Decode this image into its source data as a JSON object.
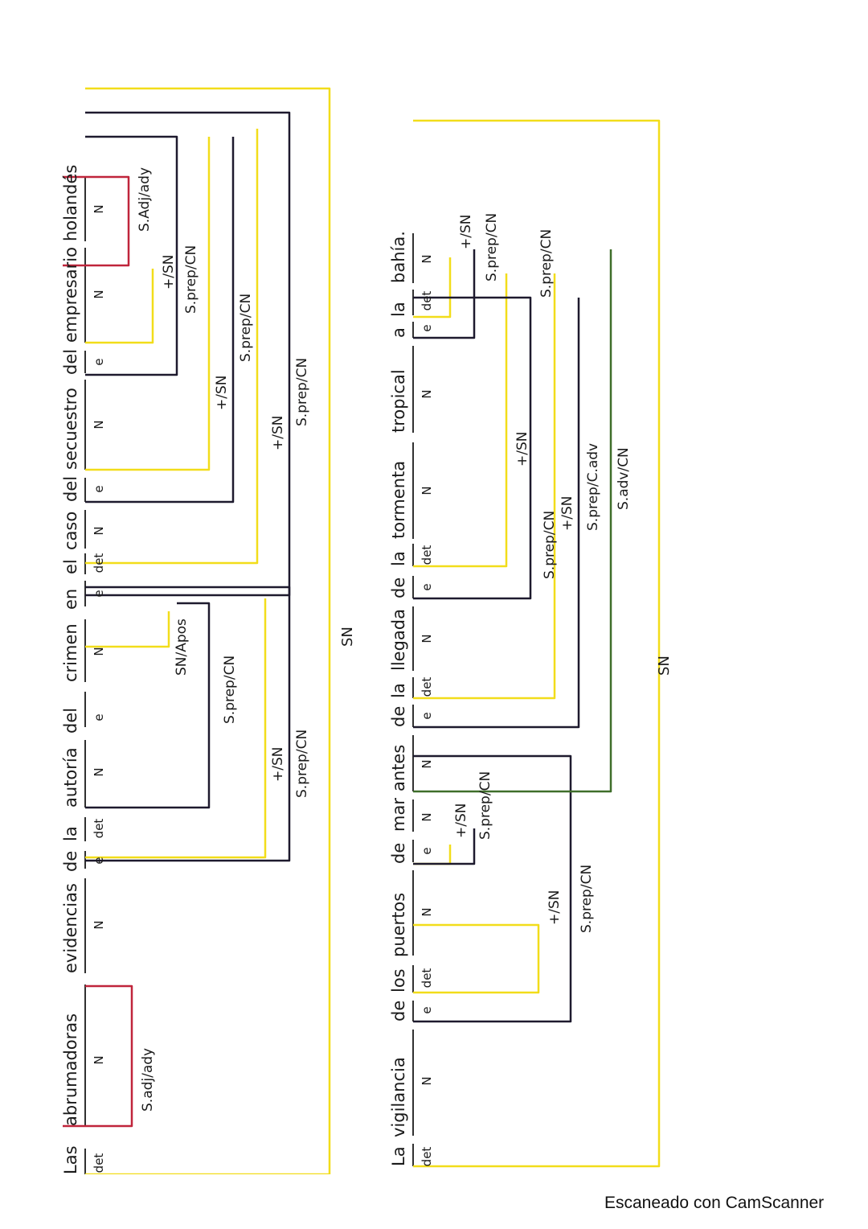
{
  "colors": {
    "ink": "#1a1a1a",
    "yellow": "#f2dd1a",
    "black": "#1e1a2e",
    "red": "#c0253b",
    "green": "#3f6e2a"
  },
  "s1": {
    "words": [
      "Las",
      "abrumadoras",
      "evidencias",
      "de",
      "la",
      "autoría",
      "del",
      "crimen",
      "en",
      "el",
      "caso",
      "del",
      "secuestro",
      "del",
      "empresario",
      "holandés"
    ],
    "cats": [
      "det",
      "N",
      "N",
      "e",
      "det",
      "N",
      "e",
      "N",
      "e",
      "det",
      "N",
      "e",
      "N",
      "e",
      "N",
      "N"
    ],
    "labels": [
      "S.adj/ady",
      "SN/Apos",
      "S.prep/CN",
      "+/SN",
      "S.prep/CN",
      "S.Adj/ady",
      "+/SN",
      "S.prep/CN",
      "+/SN",
      "S.prep/CN",
      "+/SN",
      "S.prep/CN"
    ],
    "root": "SN"
  },
  "s2": {
    "words": [
      "La",
      "vigilancia",
      "de",
      "los",
      "puertos",
      "de",
      "mar",
      "antes",
      "de",
      "la",
      "llegada",
      "de",
      "la",
      "tormenta",
      "tropical",
      "a",
      "la",
      "bahía."
    ],
    "cats": [
      "det",
      "N",
      "e",
      "det",
      "N",
      "e",
      "N",
      "N",
      "e",
      "det",
      "N",
      "e",
      "det",
      "N",
      "N",
      "e",
      "det",
      "N"
    ],
    "labels": [
      "+/SN",
      "S.prep/CN",
      "+/SN",
      "S.prep/CN",
      "+/SN",
      "S.prep/CN",
      "+/SN",
      "S.prep/CN",
      "S.prep/C.adv",
      "+/SN",
      "S.prep/CN",
      "S.adv/CN"
    ],
    "root": "SN"
  },
  "footer": "Escaneado con CamScanner"
}
